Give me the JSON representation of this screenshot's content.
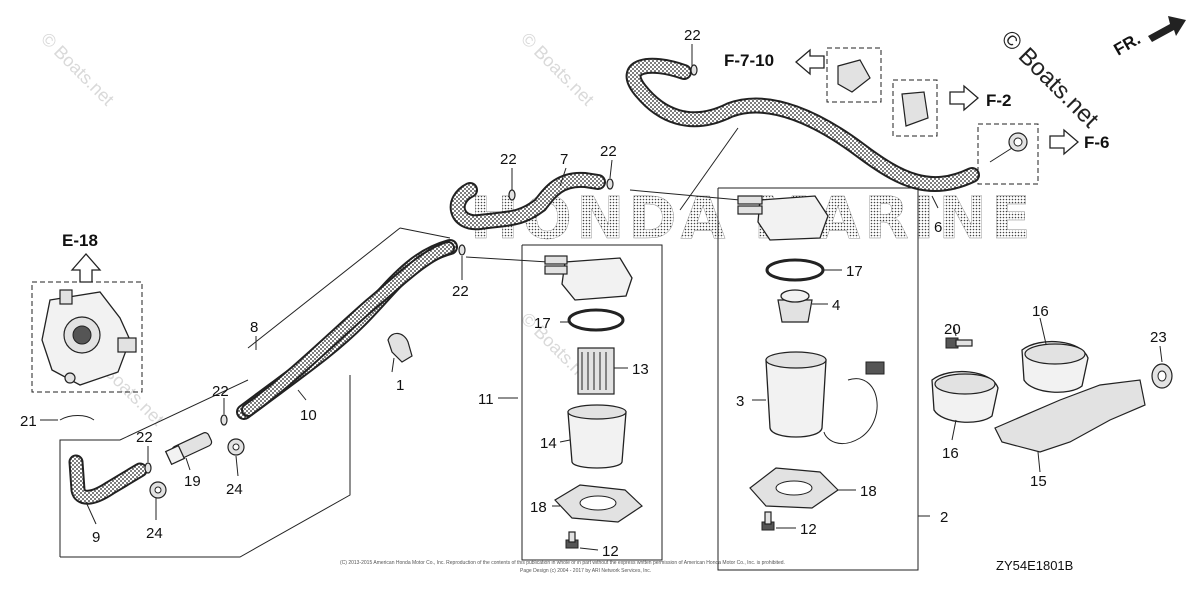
{
  "watermark": {
    "small": "© Boats.net",
    "large": "© Boats.net",
    "brand": "HONDA MARINE"
  },
  "diagram_code": "ZY54E1801B",
  "copyright_line_1": "(C) 2013-2015 American Honda Motor Co., Inc. Reproduction of the contents of this publication in whole or in part without the express written permission of American Honda Motor Co., Inc. is prohibited.",
  "copyright_line_2": "Page Design (c) 2004 - 2017 by ARI Network Services, Inc.",
  "references": {
    "e18": "E-18",
    "f710": "F-7-10",
    "f2": "F-2",
    "f6": "F-6",
    "fr": "FR."
  },
  "callouts": {
    "c1": "1",
    "c2": "2",
    "c3": "3",
    "c4": "4",
    "c6": "6",
    "c7": "7",
    "c8": "8",
    "c9": "9",
    "c10": "10",
    "c11": "11",
    "c12a": "12",
    "c12b": "12",
    "c13": "13",
    "c14": "14",
    "c15": "15",
    "c16a": "16",
    "c16b": "16",
    "c17a": "17",
    "c17b": "17",
    "c18a": "18",
    "c18b": "18",
    "c19": "19",
    "c20": "20",
    "c21": "21",
    "c22a": "22",
    "c22b": "22",
    "c22c": "22",
    "c22d": "22",
    "c22e": "22",
    "c22f": "22",
    "c23": "23",
    "c24a": "24",
    "c24b": "24"
  }
}
